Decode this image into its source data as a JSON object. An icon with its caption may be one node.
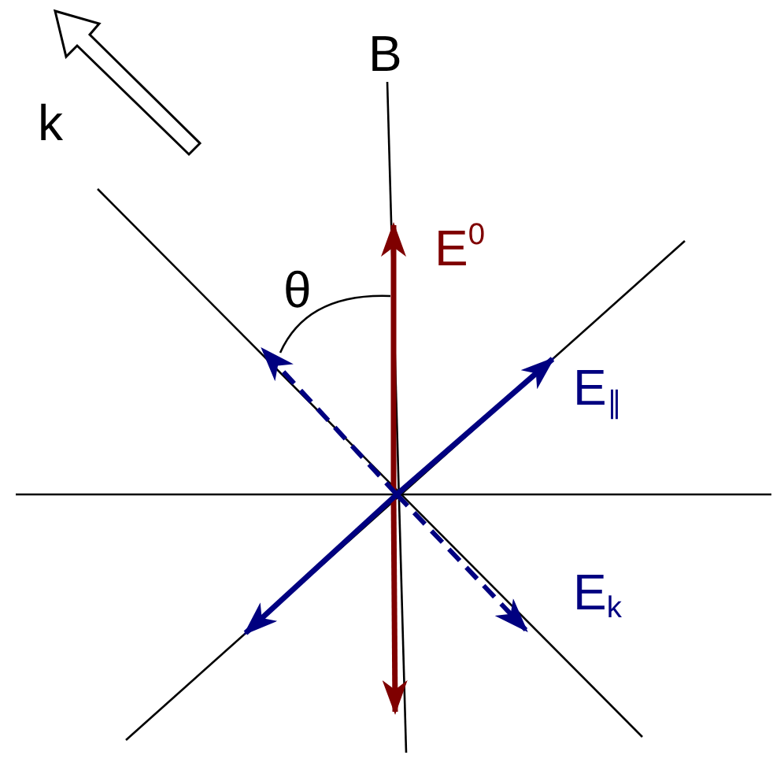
{
  "diagram": {
    "labels": [
      "k",
      "B",
      "E$^{0}$",
      "θ",
      "E$_{∥}$",
      "E$_{k}$"
    ]
  }
}
